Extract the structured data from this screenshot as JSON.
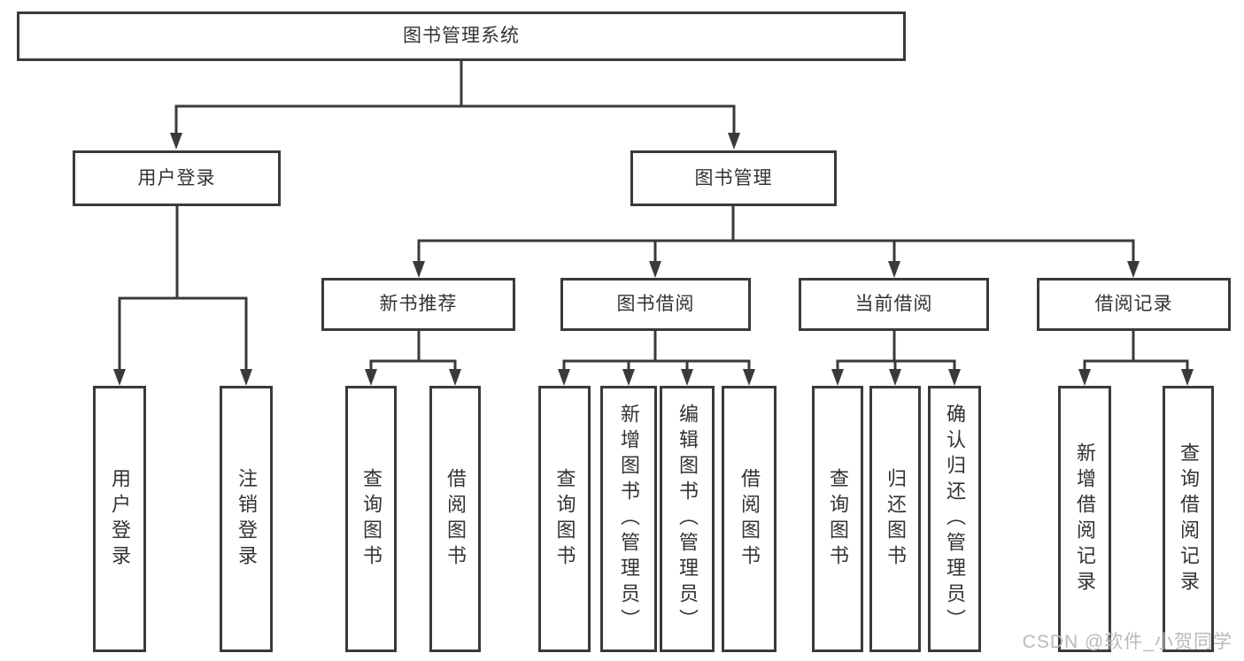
{
  "diagram_title": "图书管理系统",
  "tree": {
    "label": "图书管理系统",
    "children": [
      {
        "label": "用户登录",
        "children": [
          {
            "label": "用户登录"
          },
          {
            "label": "注销登录"
          }
        ]
      },
      {
        "label": "图书管理",
        "children": [
          {
            "label": "新书推荐",
            "children": [
              {
                "label": "查询图书"
              },
              {
                "label": "借阅图书"
              }
            ]
          },
          {
            "label": "图书借阅",
            "children": [
              {
                "label": "查询图书"
              },
              {
                "label": "新增图书（管理员）"
              },
              {
                "label": "编辑图书（管理员）"
              },
              {
                "label": "借阅图书"
              }
            ]
          },
          {
            "label": "当前借阅",
            "children": [
              {
                "label": "查询图书"
              },
              {
                "label": "归还图书"
              },
              {
                "label": "确认归还（管理员）"
              }
            ]
          },
          {
            "label": "借阅记录",
            "children": [
              {
                "label": "新增借阅记录"
              },
              {
                "label": "查询借阅记录"
              }
            ]
          }
        ]
      }
    ]
  },
  "watermark": "CSDN @软件_小贺同学",
  "colors": {
    "line": "#3a3a3a",
    "text": "#333333",
    "background": "#ffffff",
    "watermark": "#b6b6b6"
  }
}
